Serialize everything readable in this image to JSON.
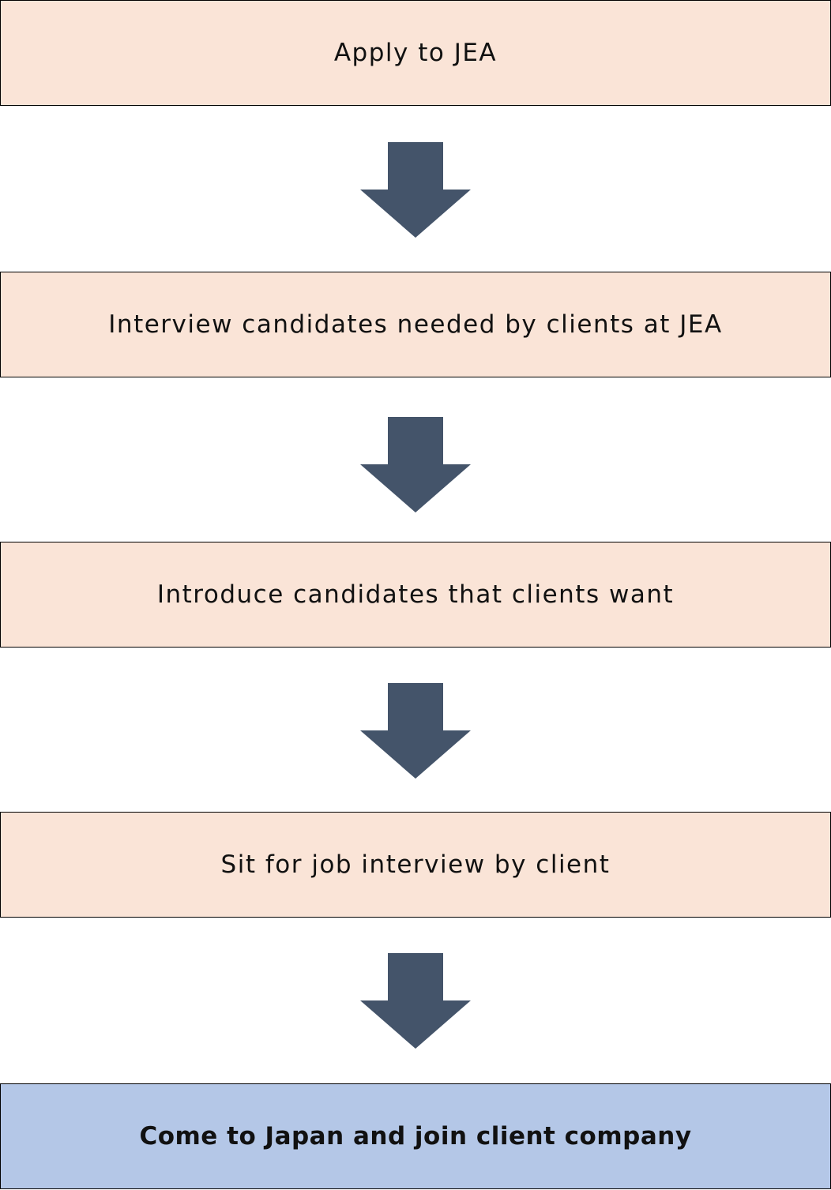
{
  "flow": {
    "steps": [
      "Apply to JEA",
      "Interview candidates needed by clients at JEA",
      "Introduce candidates that clients want",
      "Sit for job interview by client",
      "Come to Japan and join client company"
    ]
  },
  "colors": {
    "step_fill": "#fae4d7",
    "final_fill": "#b4c7e7",
    "arrow": "#44546a",
    "border": "#000000"
  },
  "icons": {
    "arrow": "arrow-down-icon"
  }
}
